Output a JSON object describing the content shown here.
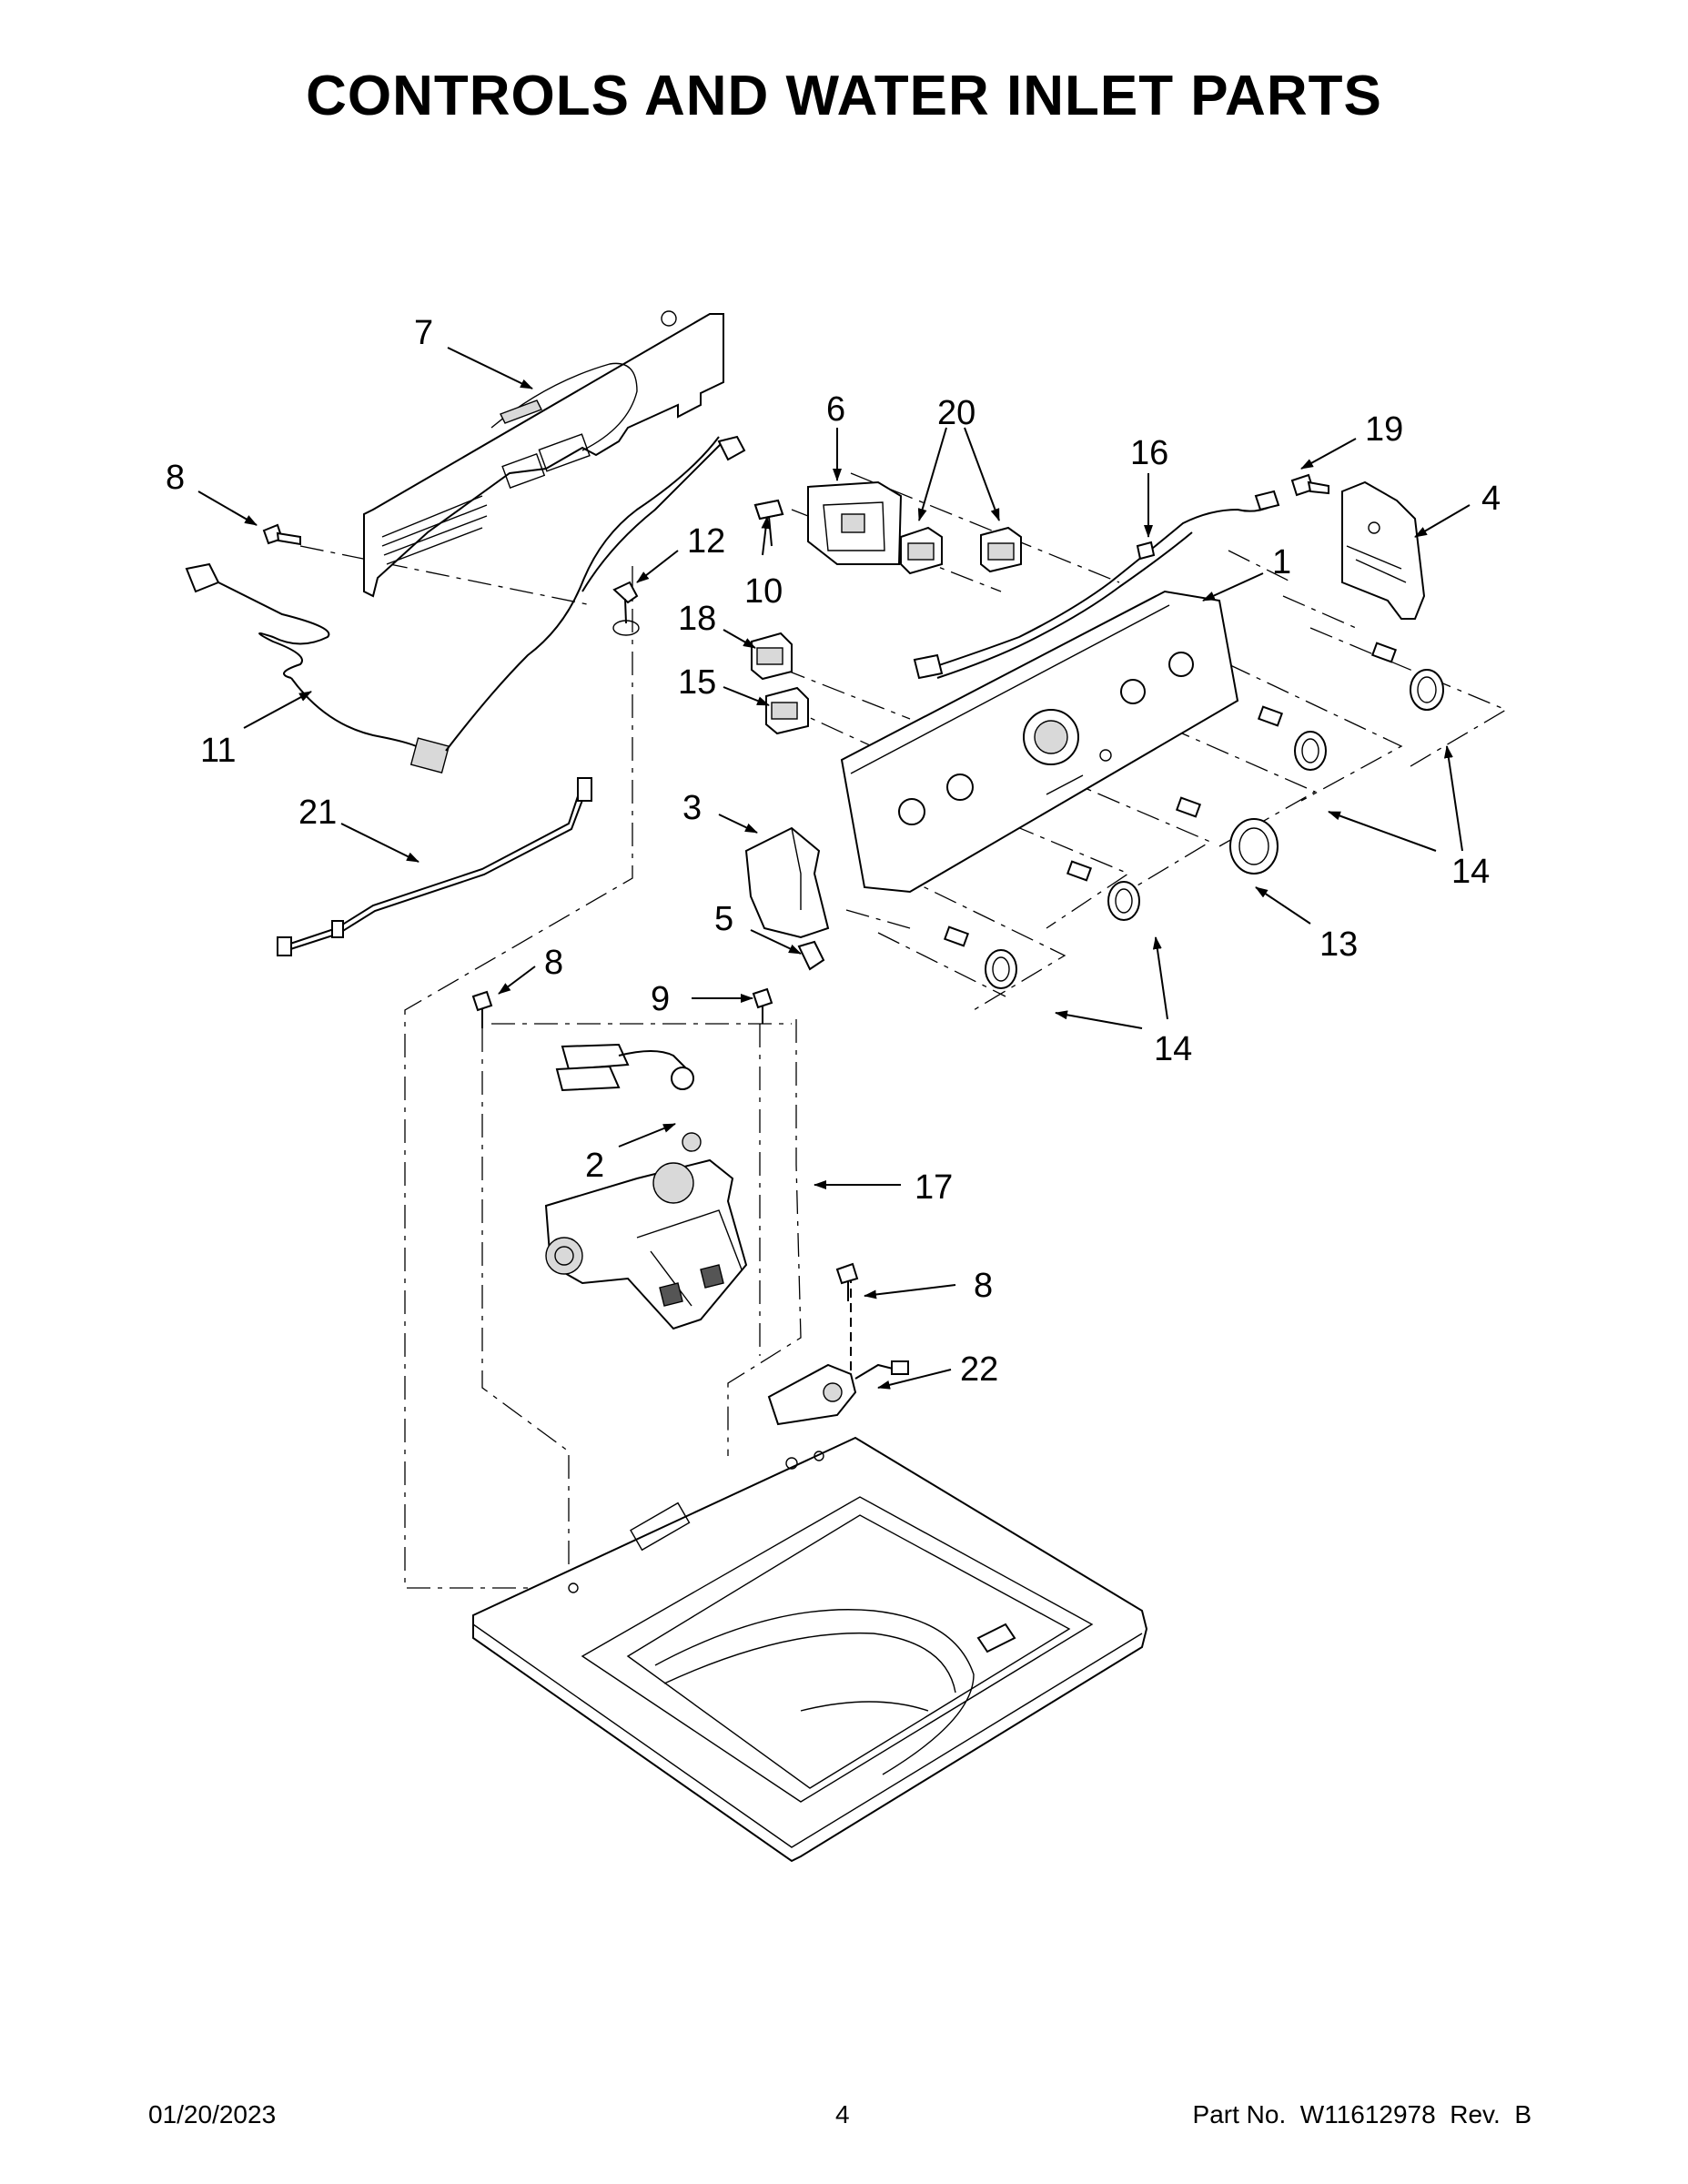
{
  "title": "CONTROLS AND WATER INLET PARTS",
  "callouts": [
    {
      "id": "7",
      "label": "7"
    },
    {
      "id": "8a",
      "label": "8"
    },
    {
      "id": "12",
      "label": "12"
    },
    {
      "id": "11",
      "label": "11"
    },
    {
      "id": "21",
      "label": "21"
    },
    {
      "id": "6",
      "label": "6"
    },
    {
      "id": "20",
      "label": "20"
    },
    {
      "id": "16",
      "label": "16"
    },
    {
      "id": "10",
      "label": "10"
    },
    {
      "id": "18",
      "label": "18"
    },
    {
      "id": "15",
      "label": "15"
    },
    {
      "id": "1",
      "label": "1"
    },
    {
      "id": "19",
      "label": "19"
    },
    {
      "id": "4",
      "label": "4"
    },
    {
      "id": "3",
      "label": "3"
    },
    {
      "id": "5",
      "label": "5"
    },
    {
      "id": "14a",
      "label": "14"
    },
    {
      "id": "13",
      "label": "13"
    },
    {
      "id": "14b",
      "label": "14"
    },
    {
      "id": "8b",
      "label": "8"
    },
    {
      "id": "9",
      "label": "9"
    },
    {
      "id": "2",
      "label": "2"
    },
    {
      "id": "17",
      "label": "17"
    },
    {
      "id": "8c",
      "label": "8"
    },
    {
      "id": "22",
      "label": "22"
    }
  ],
  "footer": {
    "date": "01/20/2023",
    "page": "4",
    "part_number": "Part No.  W11612978  Rev.  B"
  }
}
